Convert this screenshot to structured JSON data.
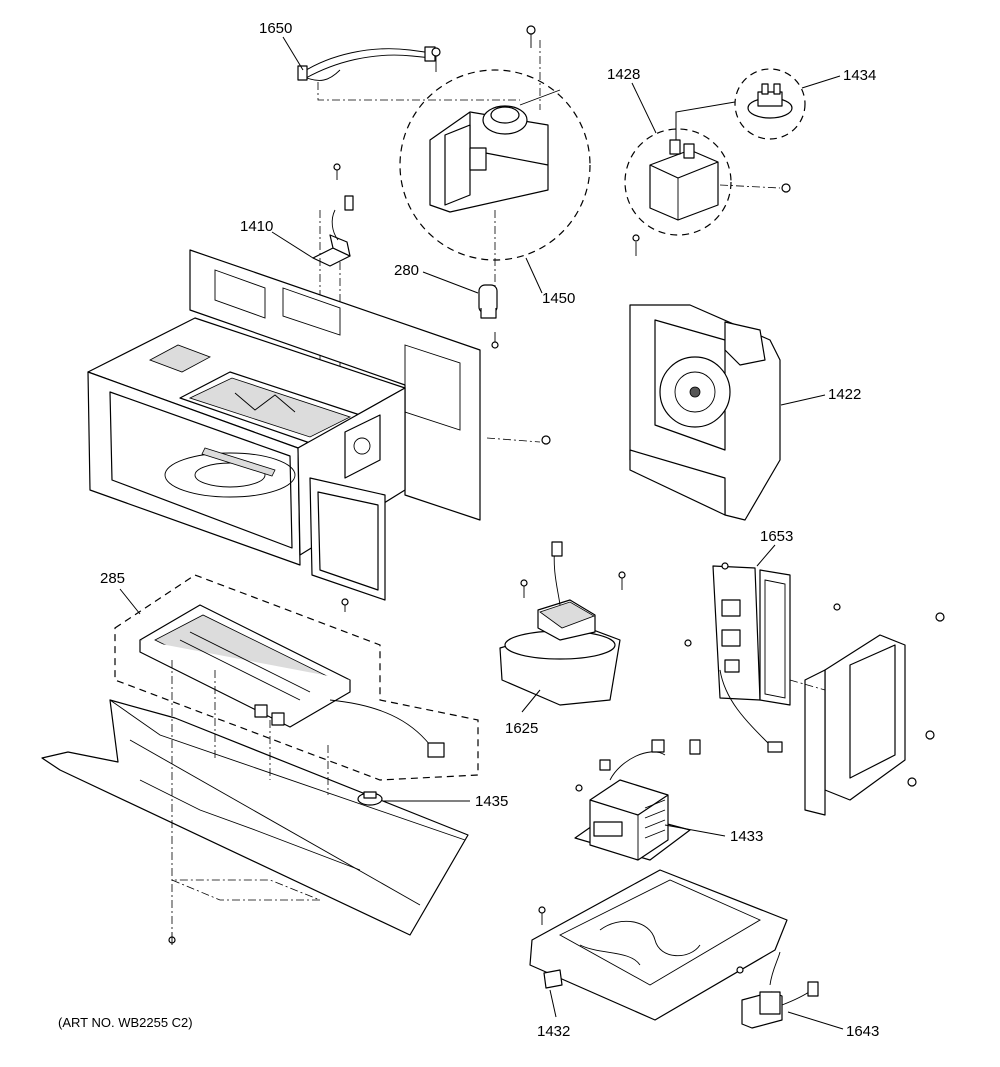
{
  "diagram": {
    "art_number": "(ART NO. WB2255 C2)",
    "callouts": {
      "c1650": "1650",
      "c1410": "1410",
      "c280": "280",
      "c1450": "1450",
      "c1428": "1428",
      "c1434": "1434",
      "c1422": "1422",
      "c285": "285",
      "c1653": "1653",
      "c1625": "1625",
      "c1435": "1435",
      "c1433": "1433",
      "c1432": "1432",
      "c1643": "1643"
    }
  }
}
